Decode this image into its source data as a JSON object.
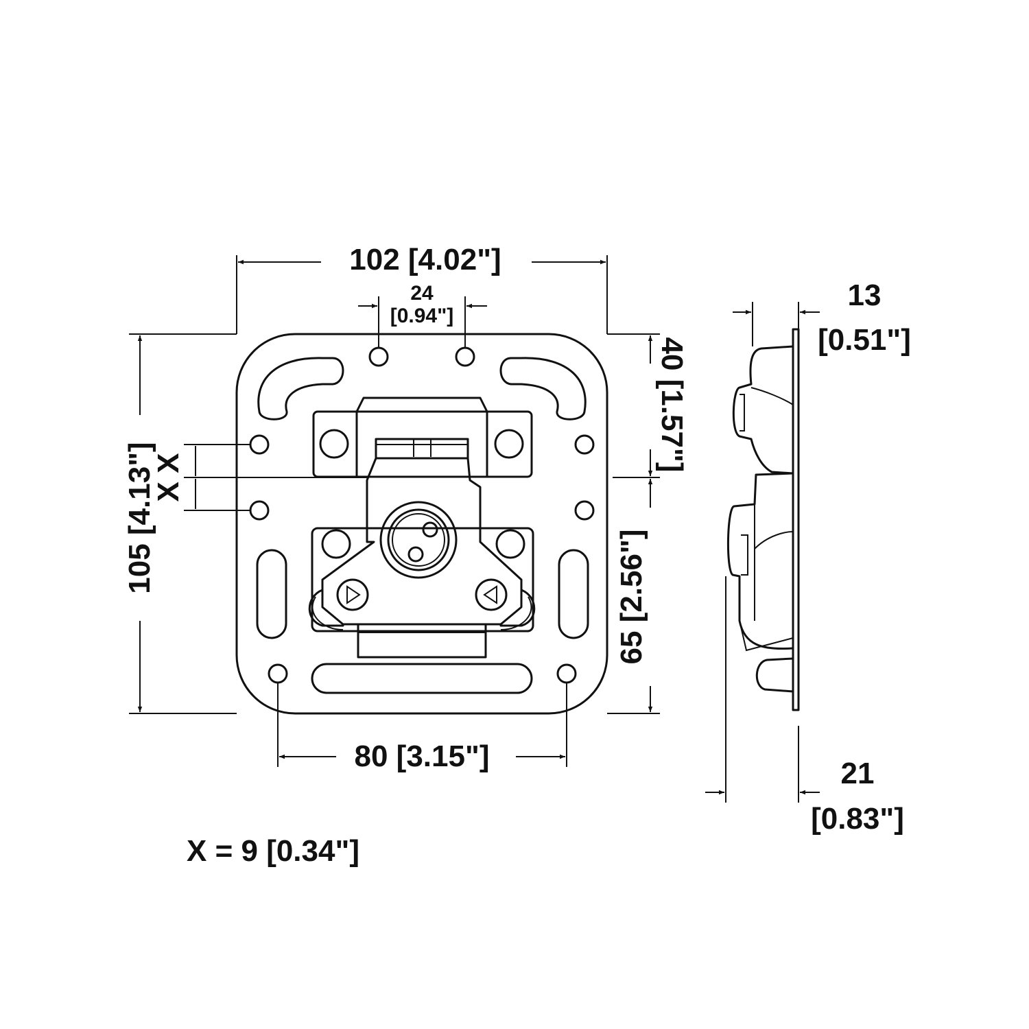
{
  "dimensions": {
    "overall_width": "102 [4.02\"]",
    "hole_spacing_top_value": "24",
    "hole_spacing_top_inch": "[0.94\"]",
    "overall_height": "105 [4.13\"]",
    "upper_height": "40 [1.57\"]",
    "lower_height": "65 [2.56\"]",
    "bottom_hole_spacing": "80 [3.15\"]",
    "x_marks": "X X",
    "side_thickness_value": "13",
    "side_thickness_inch": "[0.51\"]",
    "side_depth_value": "21",
    "side_depth_inch": "[0.83\"]"
  },
  "legend": {
    "x_definition": "X = 9 [0.34\"]"
  },
  "colors": {
    "line": "#111111",
    "background": "#ffffff"
  }
}
